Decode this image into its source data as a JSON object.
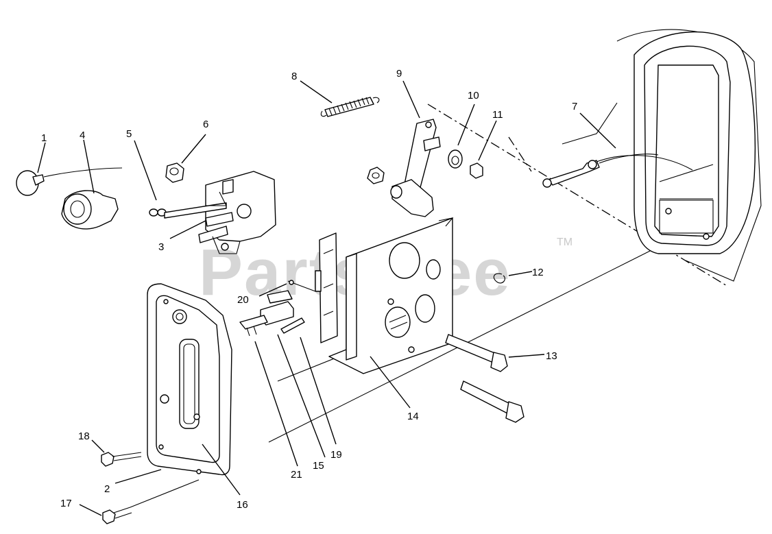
{
  "watermark": {
    "text": "PartsTree",
    "trademark": "TM"
  },
  "callouts": [
    {
      "id": "c1",
      "number": "1"
    },
    {
      "id": "c2",
      "number": "2"
    },
    {
      "id": "c3",
      "number": "3"
    },
    {
      "id": "c4",
      "number": "4"
    },
    {
      "id": "c5",
      "number": "5"
    },
    {
      "id": "c6",
      "number": "6"
    },
    {
      "id": "c7",
      "number": "7"
    },
    {
      "id": "c8",
      "number": "8"
    },
    {
      "id": "c9",
      "number": "9"
    },
    {
      "id": "c10",
      "number": "10"
    },
    {
      "id": "c11",
      "number": "11"
    },
    {
      "id": "c12",
      "number": "12"
    },
    {
      "id": "c13",
      "number": "13"
    },
    {
      "id": "c14",
      "number": "14"
    },
    {
      "id": "c15",
      "number": "15"
    },
    {
      "id": "c16",
      "number": "16"
    },
    {
      "id": "c17",
      "number": "17"
    },
    {
      "id": "c18",
      "number": "18"
    },
    {
      "id": "c19",
      "number": "19"
    },
    {
      "id": "c20",
      "number": "20"
    },
    {
      "id": "c21",
      "number": "21"
    }
  ]
}
